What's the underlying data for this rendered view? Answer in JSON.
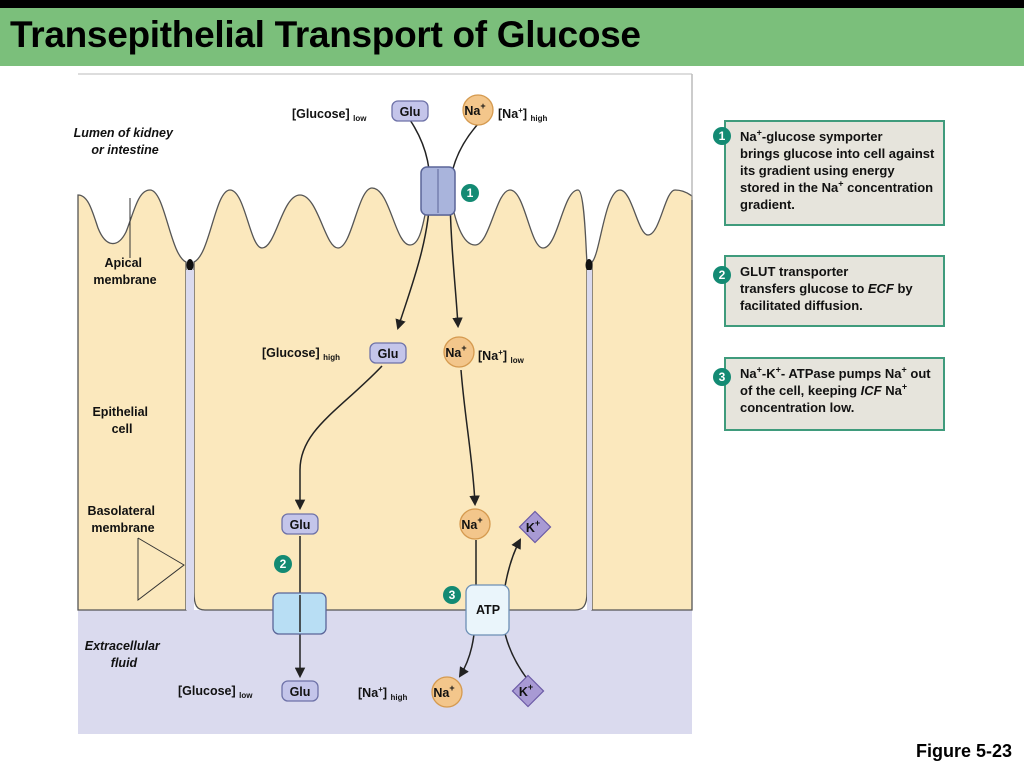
{
  "title": "Transepithelial Transport of Glucose",
  "figure_label": "Figure 5-23",
  "regions": {
    "lumen": [
      "Lumen of kidney",
      "or intestine"
    ],
    "apical": [
      "Apical",
      "membrane"
    ],
    "epithelial": [
      "Epithelial",
      "cell"
    ],
    "basolateral": [
      "Basolateral",
      "membrane"
    ],
    "extracellular": [
      "Extracellular",
      "fluid"
    ]
  },
  "molecules": {
    "glu": "Glu",
    "na": "Na",
    "k": "K",
    "plus": "+",
    "atp": "ATP"
  },
  "concentrations": {
    "glucose": "[Glucose]",
    "na": "[Na",
    "na_close": "]",
    "low": "low",
    "high": "high"
  },
  "steps": [
    "1",
    "2",
    "3"
  ],
  "callouts": {
    "c1": {
      "number": "1",
      "title_pre": "Na",
      "title_post": "-glucose symporter",
      "body": "brings glucose into cell against its gradient using energy stored in the Na",
      "body_end": " concentration gradient."
    },
    "c2": {
      "number": "2",
      "title": "GLUT transporter",
      "body": "transfers glucose to ",
      "body_em": "ECF",
      "body_end": " by facilitated diffusion."
    },
    "c3": {
      "number": "3",
      "title_a": "Na",
      "title_b": "-K",
      "title_c": "- ATPase",
      "body_a": " pumps Na",
      "body_b": " out of the cell, keeping ",
      "body_em": "ICF",
      "body_c": " Na",
      "body_d": " concentration low."
    }
  },
  "colors": {
    "title_bar": "#7bbf7b",
    "cell": "#fbe8bd",
    "ecf": "#dadaee",
    "callout_border": "#3f9b7c",
    "badge": "#138a73"
  }
}
